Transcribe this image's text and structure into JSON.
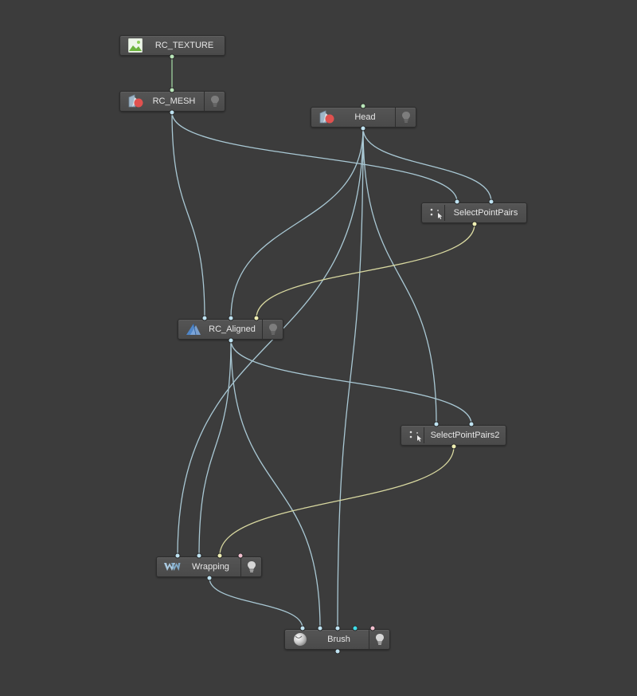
{
  "colors": {
    "background": "#3c3c3c",
    "node_fill": "#505050",
    "wire_mesh": "#a9c8d4",
    "wire_image": "#9fcf9f",
    "wire_pairs": "#d8d8a0",
    "port_mesh": "#bfe3f2",
    "port_image": "#b9e6b9",
    "port_pairs": "#f0f0b4",
    "port_pink": "#f2bfcf",
    "port_cyan": "#3fdde8"
  },
  "nodes": {
    "rc_texture": {
      "label": "RC_TEXTURE",
      "icon": "image-icon"
    },
    "rc_mesh": {
      "label": "RC_MESH",
      "icon": "mesh-icon"
    },
    "head": {
      "label": "Head",
      "icon": "mesh-icon"
    },
    "select_point_pairs": {
      "label": "SelectPointPairs",
      "icon": "point-select-icon"
    },
    "rc_aligned": {
      "label": "RC_Aligned",
      "icon": "rigid-align-icon"
    },
    "select_point_pairs2": {
      "label": "SelectPointPairs2",
      "icon": "point-select-icon"
    },
    "wrapping": {
      "label": "Wrapping",
      "icon": "wrap-icon"
    },
    "brush": {
      "label": "Brush",
      "icon": "brush-icon"
    }
  },
  "edges": [
    {
      "from": "rc_texture",
      "to": "rc_mesh",
      "kind": "image"
    },
    {
      "from": "rc_mesh",
      "to": "rc_aligned",
      "kind": "mesh"
    },
    {
      "from": "rc_mesh",
      "to": "select_point_pairs",
      "kind": "mesh"
    },
    {
      "from": "head",
      "to": "select_point_pairs",
      "kind": "mesh"
    },
    {
      "from": "head",
      "to": "rc_aligned",
      "kind": "mesh"
    },
    {
      "from": "head",
      "to": "select_point_pairs2",
      "kind": "mesh"
    },
    {
      "from": "head",
      "to": "wrapping",
      "kind": "mesh"
    },
    {
      "from": "head",
      "to": "brush",
      "kind": "mesh"
    },
    {
      "from": "select_point_pairs",
      "to": "rc_aligned",
      "kind": "pairs"
    },
    {
      "from": "rc_aligned",
      "to": "select_point_pairs2",
      "kind": "mesh"
    },
    {
      "from": "rc_aligned",
      "to": "wrapping",
      "kind": "mesh"
    },
    {
      "from": "rc_aligned",
      "to": "brush",
      "kind": "mesh"
    },
    {
      "from": "select_point_pairs2",
      "to": "wrapping",
      "kind": "pairs"
    },
    {
      "from": "wrapping",
      "to": "brush",
      "kind": "mesh"
    }
  ]
}
